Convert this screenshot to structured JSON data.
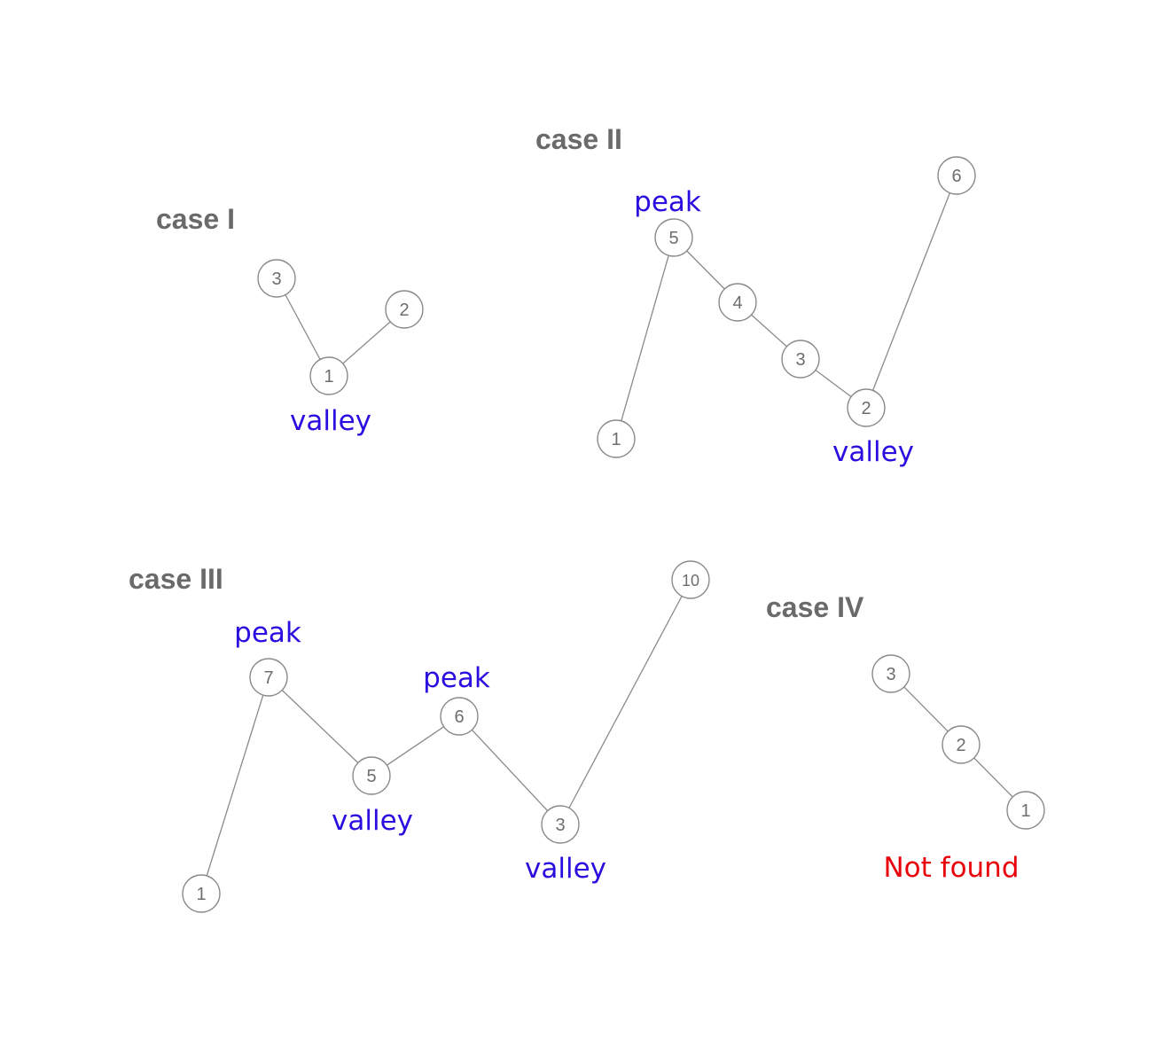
{
  "colors": {
    "title": "#6a6a6a",
    "node_stroke": "#8a8a8a",
    "node_text": "#6e6e6e",
    "edge": "#8a8a8a",
    "annotation_blue": "#2a0ee0",
    "annotation_red": "#e8000b"
  },
  "cases": [
    {
      "title": "case I",
      "nodes": [
        {
          "id": "a",
          "label": "3"
        },
        {
          "id": "b",
          "label": "1"
        },
        {
          "id": "c",
          "label": "2"
        }
      ],
      "edges": [
        [
          "a",
          "b"
        ],
        [
          "b",
          "c"
        ]
      ],
      "annotations": [
        {
          "text": "valley",
          "kind": "valley"
        }
      ]
    },
    {
      "title": "case II",
      "nodes": [
        {
          "id": "a",
          "label": "1"
        },
        {
          "id": "b",
          "label": "5"
        },
        {
          "id": "c",
          "label": "4"
        },
        {
          "id": "d",
          "label": "3"
        },
        {
          "id": "e",
          "label": "2"
        },
        {
          "id": "f",
          "label": "6"
        }
      ],
      "edges": [
        [
          "a",
          "b"
        ],
        [
          "b",
          "c"
        ],
        [
          "c",
          "d"
        ],
        [
          "d",
          "e"
        ],
        [
          "e",
          "f"
        ]
      ],
      "annotations": [
        {
          "text": "peak",
          "kind": "peak"
        },
        {
          "text": "valley",
          "kind": "valley"
        }
      ]
    },
    {
      "title": "case III",
      "nodes": [
        {
          "id": "a",
          "label": "1"
        },
        {
          "id": "b",
          "label": "7"
        },
        {
          "id": "c",
          "label": "5"
        },
        {
          "id": "d",
          "label": "6"
        },
        {
          "id": "e",
          "label": "3"
        },
        {
          "id": "f",
          "label": "10"
        }
      ],
      "edges": [
        [
          "a",
          "b"
        ],
        [
          "b",
          "c"
        ],
        [
          "c",
          "d"
        ],
        [
          "d",
          "e"
        ],
        [
          "e",
          "f"
        ]
      ],
      "annotations": [
        {
          "text": "peak",
          "kind": "peak"
        },
        {
          "text": "valley",
          "kind": "valley"
        },
        {
          "text": "peak",
          "kind": "peak"
        },
        {
          "text": "valley",
          "kind": "valley"
        }
      ]
    },
    {
      "title": "case IV",
      "nodes": [
        {
          "id": "a",
          "label": "3"
        },
        {
          "id": "b",
          "label": "2"
        },
        {
          "id": "c",
          "label": "1"
        }
      ],
      "edges": [
        [
          "a",
          "b"
        ],
        [
          "b",
          "c"
        ]
      ],
      "annotations": [
        {
          "text": "Not found",
          "kind": "not-found"
        }
      ]
    }
  ]
}
